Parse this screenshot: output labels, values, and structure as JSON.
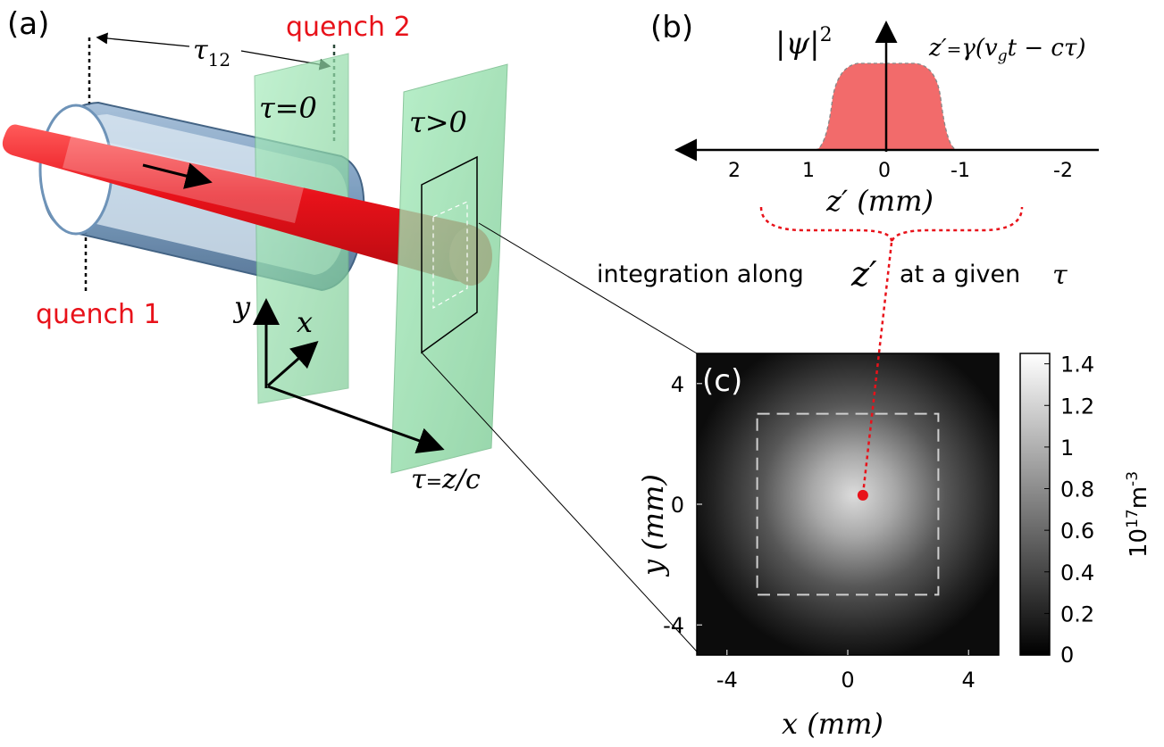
{
  "panels": {
    "a_label": "(a)",
    "b_label": "(b)",
    "c_label": "(c)"
  },
  "panel_a": {
    "quench1": "quench 1",
    "quench2": "quench 2",
    "tau12": "τ",
    "tau12_sub": "12",
    "plane1": "τ=0",
    "plane2": "τ>0",
    "axis_x": "x",
    "axis_y": "y",
    "axis_tau_lhs": "τ",
    "axis_tau_eq": "=",
    "axis_tau_rhs": "z/c",
    "colors": {
      "beam": "#e8121a",
      "tube": "#6e93b8",
      "plane": "#8fdca4"
    }
  },
  "panel_b": {
    "ylabel_core": "|ψ|",
    "ylabel_exp": "2",
    "definition_lhs": "z′",
    "definition_eq": "=",
    "definition_rhs": "γ(v",
    "definition_sub": "g",
    "definition_tail": "t − cτ)",
    "xlabel": "z′ (mm)",
    "ticks": [
      "2",
      "1",
      "0",
      "-1",
      "-2"
    ],
    "profile_color": "#f26b6b"
  },
  "integration_text_1": "integration along",
  "integration_symbol": "z′",
  "integration_text_2": "at a given",
  "integration_tau": "τ",
  "chart_data": {
    "type": "heatmap",
    "xlabel": "x (mm)",
    "ylabel": "y (mm)",
    "xlim": [
      -5,
      5
    ],
    "ylim": [
      -5,
      5
    ],
    "x_ticks": [
      "-4",
      "0",
      "4"
    ],
    "y_ticks": [
      "4",
      "0",
      "-4"
    ],
    "colorbar": {
      "label": "10",
      "label_exp": "17",
      "label_unit": "m",
      "label_unit_exp": "-3",
      "range": [
        0,
        1.45
      ],
      "ticks": [
        "1.4",
        "1.2",
        "1",
        "0.8",
        "0.6",
        "0.4",
        "0.2",
        "0"
      ]
    },
    "peak_value": 1.4,
    "peak_center_mm": [
      0.4,
      0.2
    ],
    "region_of_interest_mm": {
      "x": [
        -3,
        3
      ],
      "y": [
        -3,
        3
      ]
    },
    "marked_point_mm": [
      0.5,
      0.3
    ]
  }
}
